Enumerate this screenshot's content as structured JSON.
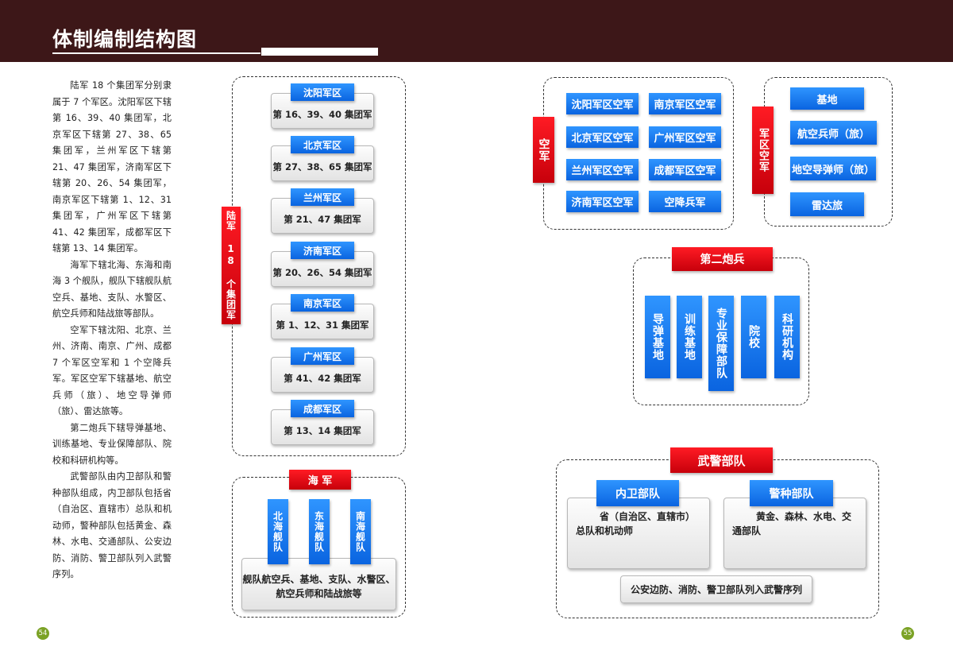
{
  "header": {
    "title": "体制编制结构图"
  },
  "intro": {
    "paragraphs": [
      "陆军 18 个集团军分别隶属于 7 个军区。沈阳军区下辖第 16、39、40 集团军，北京军区下辖第 27、38、65 集团军，兰州军区下辖第 21、47 集团军，济南军区下辖第 20、26、54 集团军，南京军区下辖第 1、12、31 集团军，广州军区下辖第 41、42 集团军，成都军区下辖第 13、14 集团军。",
      "海军下辖北海、东海和南海 3 个舰队，舰队下辖舰队航空兵、基地、支队、水警区、航空兵师和陆战旅等部队。",
      "空军下辖沈阳、北京、兰州、济南、南京、广州、成都 7 个军区空军和 1 个空降兵军。军区空军下辖基地、航空兵师（旅）、地空导弹师（旅）、雷达旅等。",
      "第二炮兵下辖导弹基地、训练基地、专业保障部队、院校和科研机构等。",
      "武警部队由内卫部队和警种部队组成，内卫部队包括省（自治区、直辖市）总队和机动师，警种部队包括黄金、森林、水电、交通部队、公安边防、消防、警卫部队列入武警序列。"
    ]
  },
  "army": {
    "title": "陆军 18 个集团军",
    "regions": [
      {
        "name": "沈阳军区",
        "units": "第 16、39、40 集团军"
      },
      {
        "name": "北京军区",
        "units": "第 27、38、65 集团军"
      },
      {
        "name": "兰州军区",
        "units": "第 21、47 集团军"
      },
      {
        "name": "济南军区",
        "units": "第 20、26、54 集团军"
      },
      {
        "name": "南京军区",
        "units": "第 1、12、31 集团军"
      },
      {
        "name": "广州军区",
        "units": "第 41、42 集团军"
      },
      {
        "name": "成都军区",
        "units": "第 13、14 集团军"
      }
    ]
  },
  "navy": {
    "title": "海 军",
    "fleets": [
      "北海舰队",
      "东海舰队",
      "南海舰队"
    ],
    "units": "舰队航空兵、基地、支队、水警区、航空兵师和陆战旅等"
  },
  "airforce": {
    "title": "空军",
    "regions": [
      "沈阳军区空军",
      "南京军区空军",
      "北京军区空军",
      "广州军区空军",
      "兰州军区空军",
      "成都军区空军",
      "济南军区空军",
      "空降兵军"
    ]
  },
  "region_airforce": {
    "title": "军区空军",
    "units": [
      "基地",
      "航空兵师（旅）",
      "地空导弹师（旅）",
      "雷达旅"
    ]
  },
  "artillery": {
    "title": "第二炮兵",
    "units": [
      "导弹基地",
      "训练基地",
      "专业保障部队",
      "院校",
      "科研机构"
    ]
  },
  "police": {
    "title": "武警部队",
    "internal": {
      "title": "内卫部队",
      "desc": "省（自治区、直辖市）总队和机动师"
    },
    "special": {
      "title": "警种部队",
      "desc": "黄金、森林、水电、交通部队"
    },
    "footer": "公安边防、消防、警卫部队列入武警序列"
  },
  "pages": {
    "left": "54",
    "right": "55"
  },
  "colors": {
    "header": "#3d1718",
    "blue": "#0a64e0",
    "red": "#c7000b",
    "page_badge": "#7ba225"
  }
}
